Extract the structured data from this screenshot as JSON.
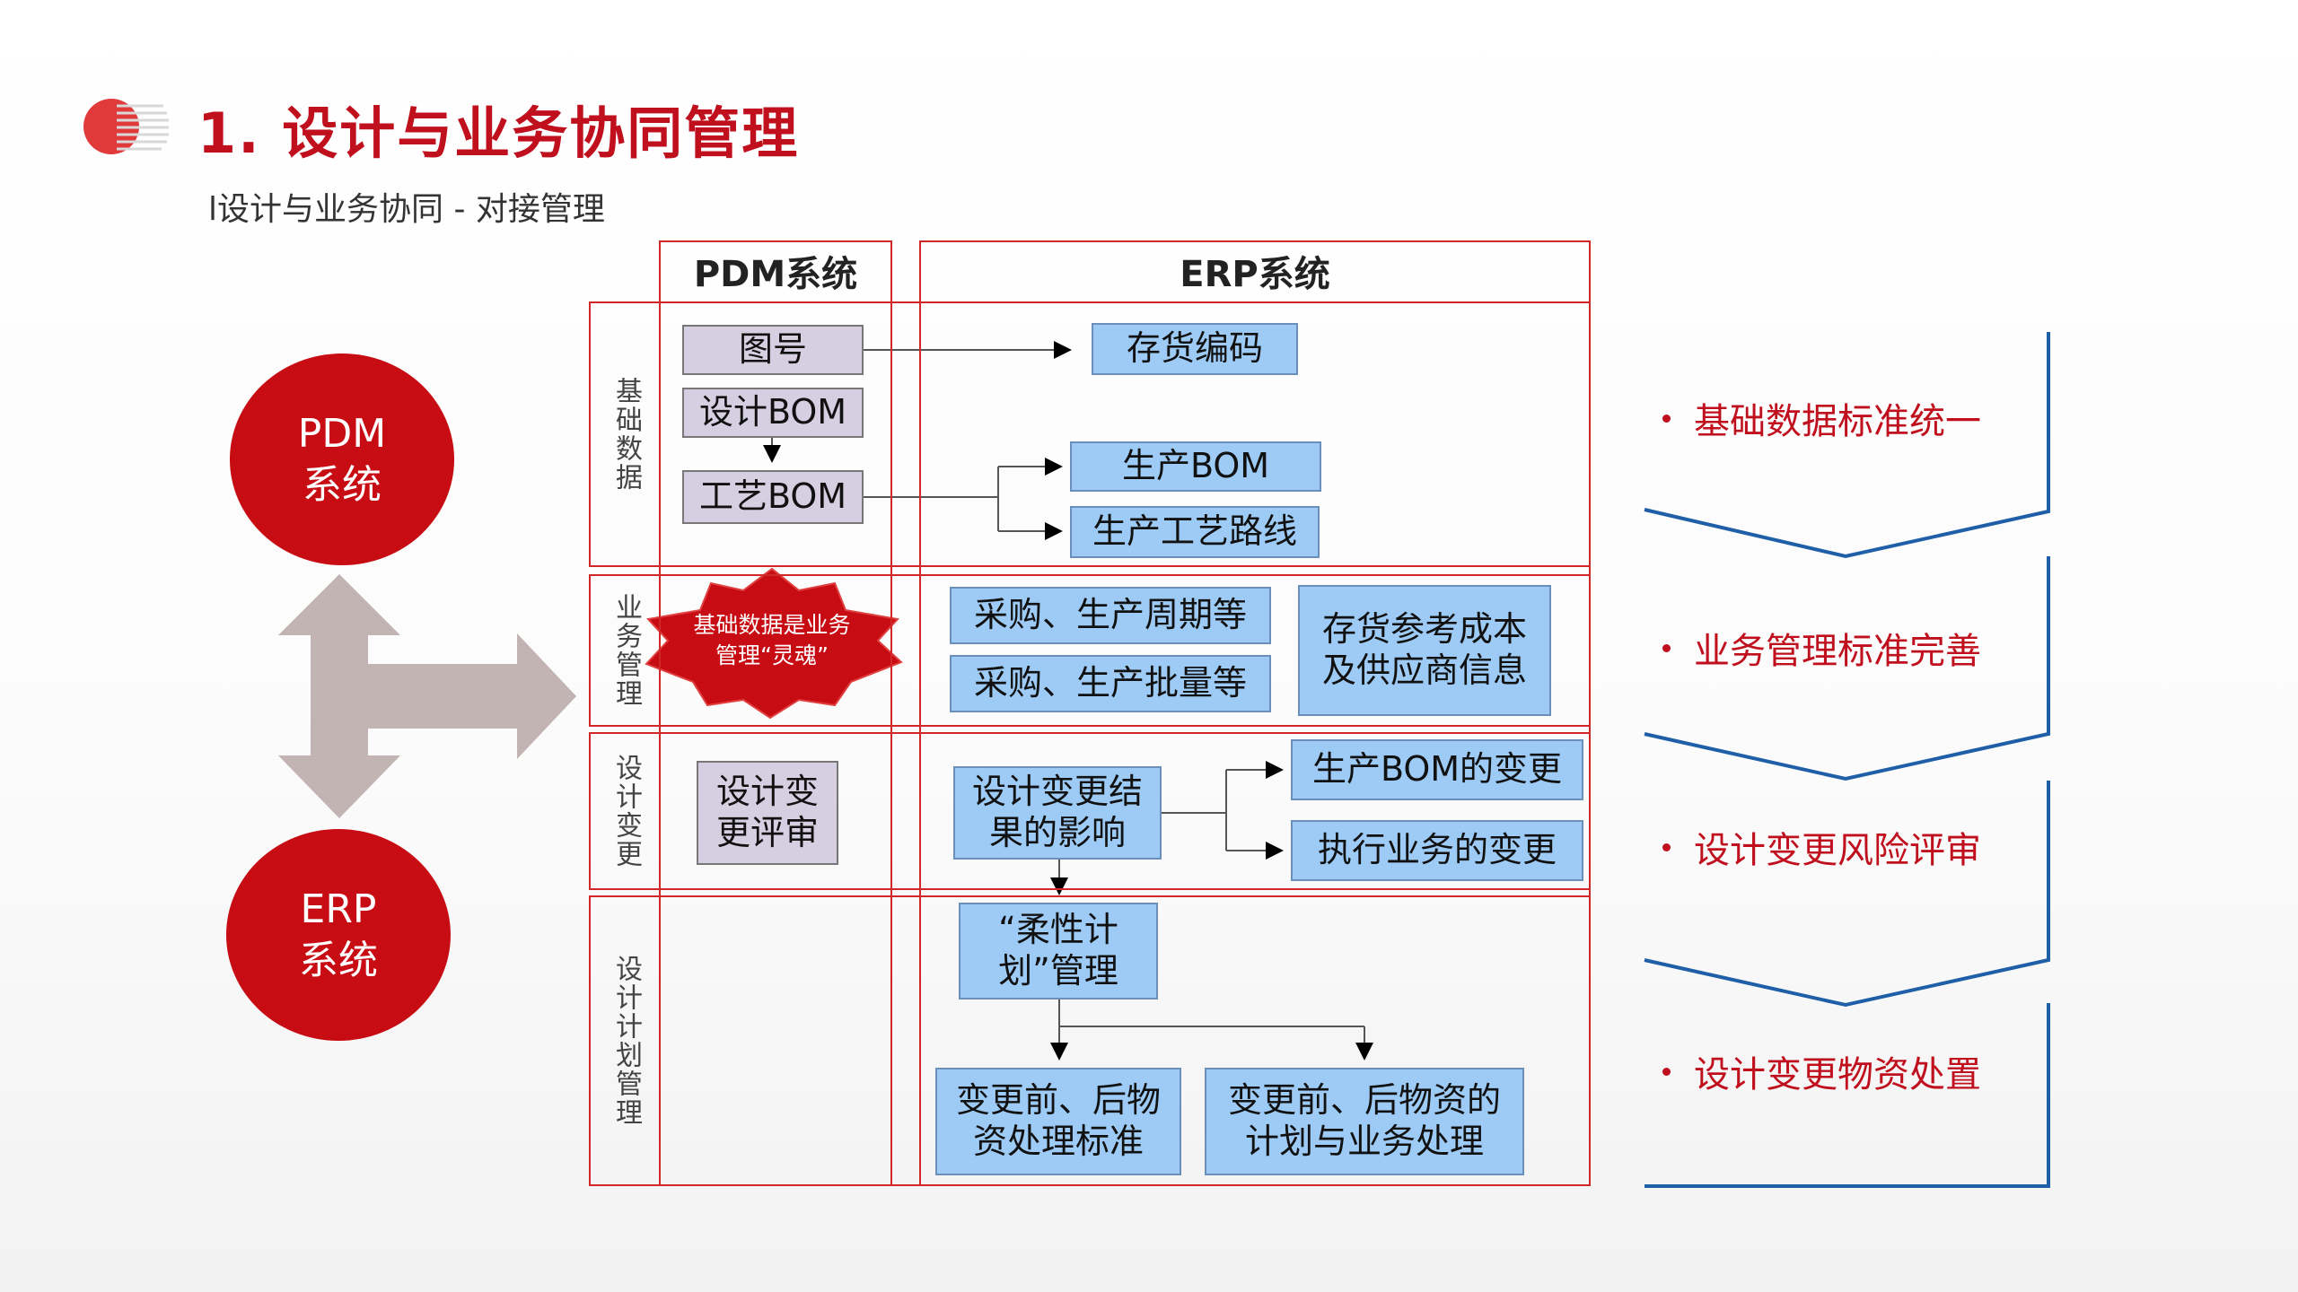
{
  "title": "1. 设计与业务协同管理",
  "subtitle": "l设计与业务协同 - 对接管理",
  "columns": {
    "pdm": "PDM系统",
    "erp": "ERP系统"
  },
  "rows": {
    "basic": "基础数据",
    "business": "业务管理",
    "change": "设计变更",
    "plan": "设计计划管理"
  },
  "circles": {
    "pdm": [
      "PDM",
      "系统"
    ],
    "erp": [
      "ERP",
      "系统"
    ]
  },
  "starburst": "基础数据是业务管理“灵魂”",
  "boxes": {
    "drawing_no": "图号",
    "design_bom": "设计BOM",
    "process_bom": "工艺BOM",
    "inventory_code": "存货编码",
    "production_bom": "生产BOM",
    "production_route": "生产工艺路线",
    "purchase_cycle": "采购、生产周期等",
    "purchase_batch": "采购、生产批量等",
    "inventory_cost": [
      "存货参考成本",
      "及供应商信息"
    ],
    "change_review": [
      "设计变",
      "更评审"
    ],
    "change_impact": [
      "设计变更结",
      "果的影响"
    ],
    "bom_change": "生产BOM的变更",
    "exec_change": "执行业务的变更",
    "flex_plan": [
      "“柔性计",
      "划”管理"
    ],
    "material_std": [
      "变更前、后物",
      "资处理标准"
    ],
    "material_plan": [
      "变更前、后物资的",
      "计划与业务处理"
    ]
  },
  "bullets": [
    "基础数据标准统一",
    "业务管理标准完善",
    "设计变更风险评审",
    "设计变更物资处置"
  ],
  "colors": {
    "accent": "#c0101e",
    "circle": "#c80c14",
    "frame": "#d02828",
    "lavender_box": "#d6cfe2",
    "blue_box": "#9dcbf5",
    "chevron": "#1f5fa8",
    "arrow_gray": "#c2b4b2"
  }
}
